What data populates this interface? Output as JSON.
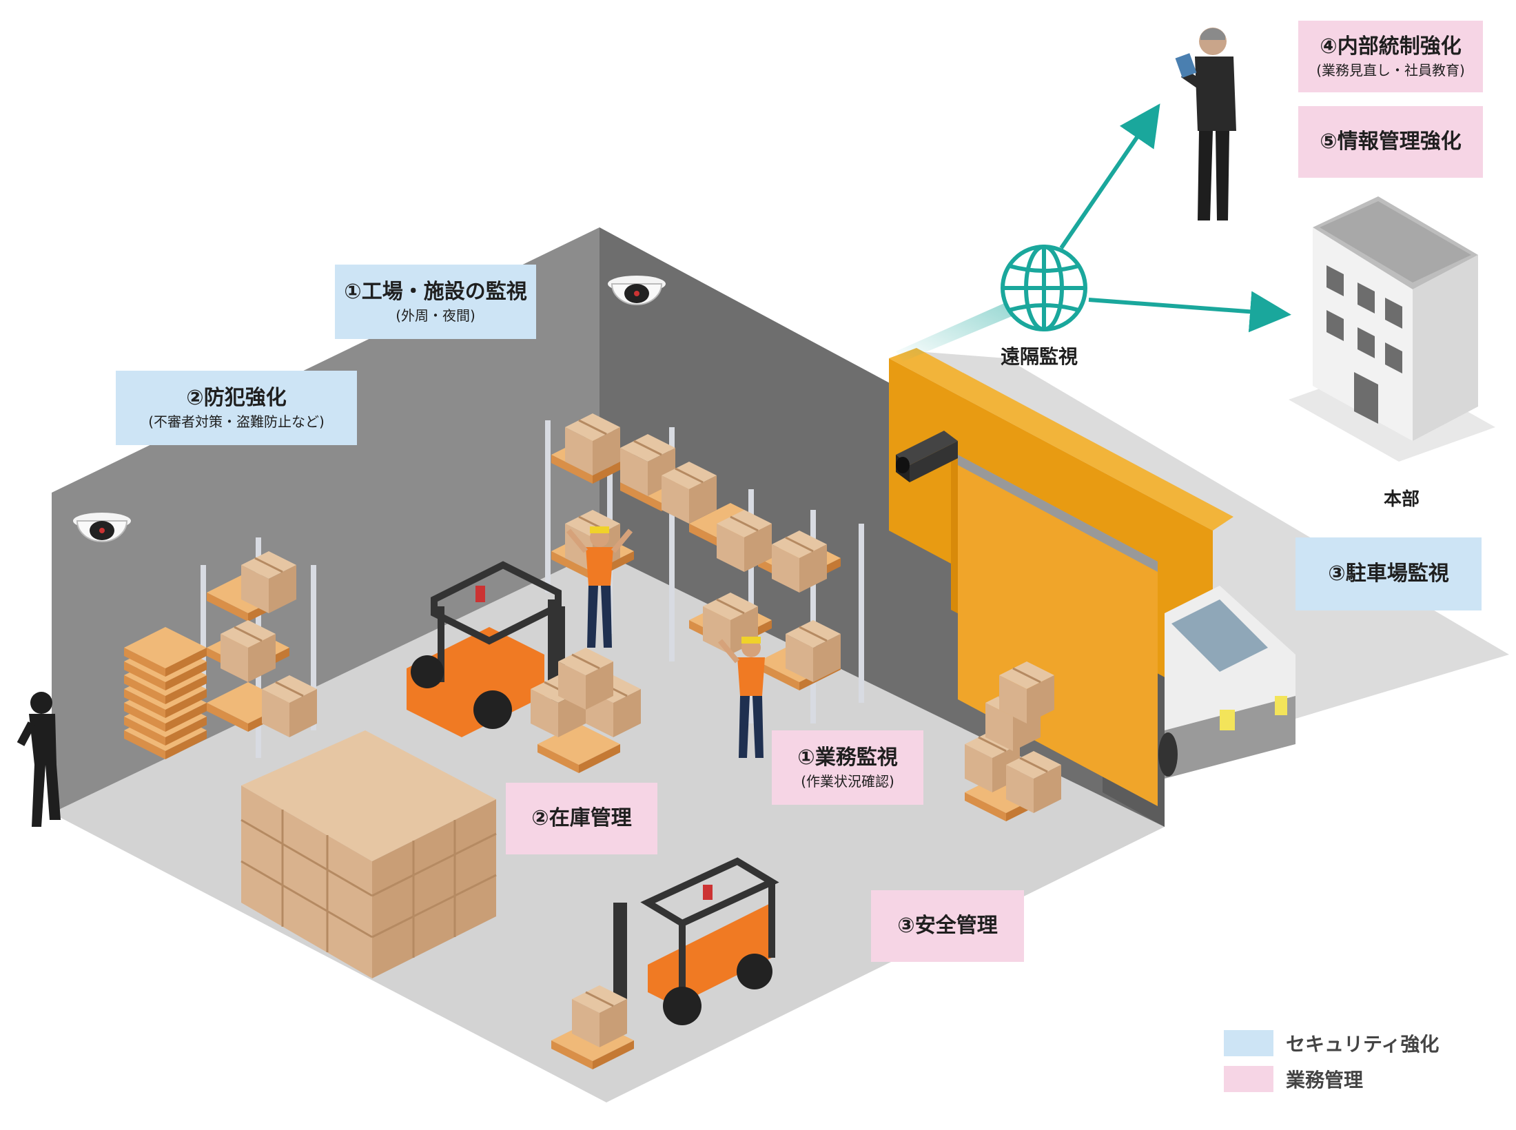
{
  "labels": {
    "facility_monitoring": {
      "main": "①工場・施設の監視",
      "sub": "(外周・夜間)"
    },
    "crime_prevention": {
      "main": "②防犯強化",
      "sub": "(不審者対策・盗難防止など)"
    },
    "parking_monitoring": {
      "main": "③駐車場監視"
    },
    "work_monitoring": {
      "main": "①業務監視",
      "sub": "(作業状況確認)"
    },
    "inventory": {
      "main": "②在庫管理"
    },
    "safety": {
      "main": "③安全管理"
    },
    "internal_control": {
      "main": "④内部統制強化",
      "sub": "(業務見直し・社員教育)"
    },
    "information_management": {
      "main": "⑤情報管理強化"
    },
    "remote_monitoring": "遠隔監視",
    "headquarters": "本部"
  },
  "legend": [
    {
      "text": "セキュリティ強化",
      "color": "#cde4f5"
    },
    {
      "text": "業務管理",
      "color": "#f6d5e5"
    }
  ],
  "colors": {
    "security": "#cde4f5",
    "business": "#f6d5e5",
    "network": "#1aa79c",
    "shutter": "#e89b12",
    "forklift": "#f07a23"
  },
  "icons": [
    "dome-camera-icon",
    "bullet-camera-icon",
    "globe-icon",
    "building-icon",
    "forklift-icon",
    "worker-icon",
    "intruder-icon",
    "manager-icon",
    "truck-icon"
  ]
}
